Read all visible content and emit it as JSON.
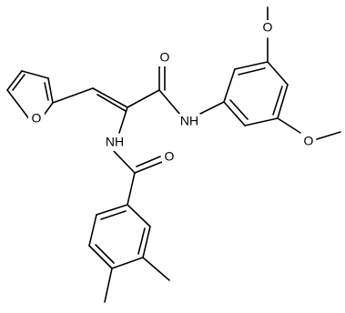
{
  "atoms": {
    "furan_o": "O",
    "carbonyl_o_amide": "O",
    "amide_nh": "NH",
    "enamide_nh": "NH",
    "carbonyl_o_benzamide": "O",
    "methoxy_o_top": "O",
    "methoxy_o_right": "O"
  }
}
